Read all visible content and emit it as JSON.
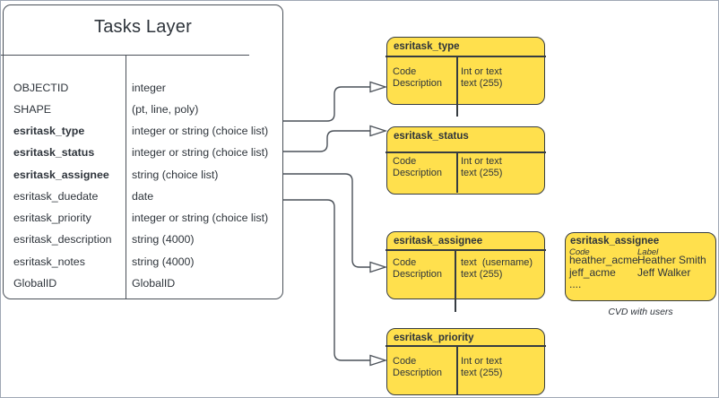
{
  "colors": {
    "line": "#4a5058",
    "box_fill": "#ffe04d",
    "box_stroke": "#363c42",
    "text": "#2e343b",
    "frame": "#9fa8b4"
  },
  "tasks_layer": {
    "title": "Tasks Layer",
    "rows": [
      {
        "field": "OBJECTID",
        "type": "integer",
        "bold": false
      },
      {
        "field": "SHAPE",
        "type": "(pt, line, poly)",
        "bold": false
      },
      {
        "field": "esritask_type",
        "type": "integer or string (choice list)",
        "bold": true
      },
      {
        "field": "esritask_status",
        "type": "integer or string (choice list)",
        "bold": true
      },
      {
        "field": "esritask_assignee",
        "type": "string (choice list)",
        "bold": true
      },
      {
        "field": "esritask_duedate",
        "type": "date",
        "bold": false
      },
      {
        "field": "esritask_priority",
        "type": "integer or string (choice list)",
        "bold": false
      },
      {
        "field": "esritask_description",
        "type": "string (4000)",
        "bold": false
      },
      {
        "field": "esritask_notes",
        "type": "string (4000)",
        "bold": false
      },
      {
        "field": "GlobalID",
        "type": "GlobalID",
        "bold": false
      }
    ]
  },
  "field_boxes": [
    {
      "title": "esritask_type",
      "col1": [
        "Code",
        "Description"
      ],
      "col2": [
        "Int or text",
        "text (255)"
      ]
    },
    {
      "title": "esritask_status",
      "col1": [
        "Code",
        "Description"
      ],
      "col2": [
        "Int or text",
        "text (255)"
      ]
    },
    {
      "title": "esritask_assignee",
      "col1": [
        "Code",
        "Description"
      ],
      "col2": [
        "text  (username)",
        "text (255)"
      ]
    },
    {
      "title": "esritask_priority",
      "col1": [
        "Code",
        "Description"
      ],
      "col2": [
        "Int or text",
        "text (255)"
      ]
    }
  ],
  "cvd_box": {
    "title": "esritask_assignee",
    "headers": [
      "Code",
      "Label"
    ],
    "rows": [
      [
        "heather_acme",
        "Heather Smith"
      ],
      [
        "jeff_acme",
        "Jeff Walker"
      ]
    ],
    "ellipsis": "....",
    "caption": "CVD with users"
  }
}
